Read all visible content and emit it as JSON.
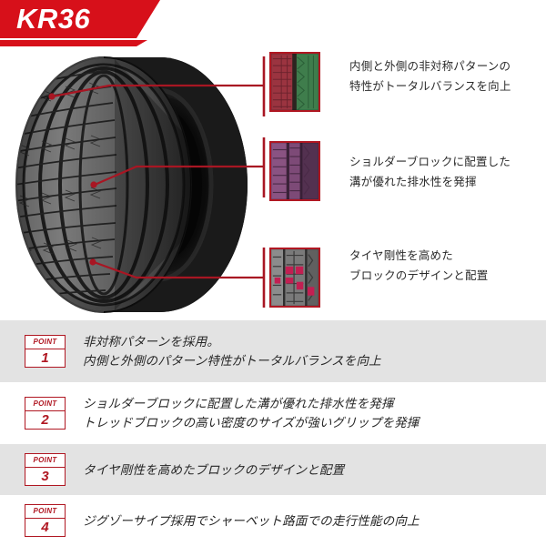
{
  "header": {
    "product_title": "KR36",
    "banner_color": "#d7101a"
  },
  "colors": {
    "accent_red": "#d7101a",
    "badge_red": "#b01722",
    "row_gray": "#e3e3e3",
    "text_dark": "#2b2b2b"
  },
  "product_image": {
    "alt_name": "tire-photo",
    "description": "KR36 winter tire angled view"
  },
  "callouts": [
    {
      "id": "callout-1",
      "thumb_name": "tread-thumbnail-asymmetric-pattern",
      "thumb_colors": [
        "#9b3440",
        "#3f7d4c"
      ],
      "line1": "内側と外側の非対称パターンの",
      "line2": "特性がトータルバランスを向上"
    },
    {
      "id": "callout-2",
      "thumb_name": "tread-thumbnail-shoulder-block",
      "thumb_colors": [
        "#7d4a77",
        "#5a3356"
      ],
      "line1": "ショルダーブロックに配置した",
      "line2": "溝が優れた排水性を発揮"
    },
    {
      "id": "callout-3",
      "thumb_name": "tread-thumbnail-block-rigidity",
      "thumb_colors": [
        "#808080",
        "#c21f52"
      ],
      "line1": "タイヤ剛性を高めた",
      "line2": "ブロックのデザインと配置"
    }
  ],
  "points": [
    {
      "label": "POINT",
      "number": "1",
      "lines": [
        "非対称パターンを採用。",
        "内側と外側のパターン特性がトータルバランスを向上"
      ]
    },
    {
      "label": "POINT",
      "number": "2",
      "lines": [
        "ショルダーブロックに配置した溝が優れた排水性を発揮",
        "トレッドブロックの高い密度のサイズが強いグリップを発揮"
      ]
    },
    {
      "label": "POINT",
      "number": "3",
      "lines": [
        "タイヤ剛性を高めたブロックのデザインと配置"
      ]
    },
    {
      "label": "POINT",
      "number": "4",
      "lines": [
        "ジグゾーサイプ採用でシャーベット路面での走行性能の向上"
      ]
    }
  ]
}
